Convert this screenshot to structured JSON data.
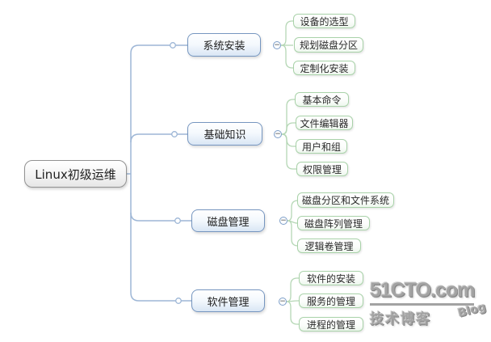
{
  "root": {
    "label": "Linux初级运维"
  },
  "branches": [
    {
      "label": "系统安装",
      "children": [
        {
          "label": "设备的选型"
        },
        {
          "label": "规划磁盘分区"
        },
        {
          "label": "定制化安装"
        }
      ]
    },
    {
      "label": "基础知识",
      "children": [
        {
          "label": "基本命令"
        },
        {
          "label": "文件编辑器"
        },
        {
          "label": "用户和组"
        },
        {
          "label": "权限管理"
        }
      ]
    },
    {
      "label": "磁盘管理",
      "children": [
        {
          "label": "磁盘分区和文件系统"
        },
        {
          "label": "磁盘阵列管理"
        },
        {
          "label": "逻辑卷管理"
        }
      ]
    },
    {
      "label": "软件管理",
      "children": [
        {
          "label": "软件的安装"
        },
        {
          "label": "服务的管理"
        },
        {
          "label": "进程的管理"
        }
      ]
    }
  ],
  "ui": {
    "collapse_glyph": "−"
  },
  "watermark": {
    "site": "51CTO.com",
    "tagline": "技术博客",
    "badge": "Blog"
  },
  "colors": {
    "branch_border": "#7696c0",
    "branch_fill": "#d9e6f4",
    "leaf_border": "#a9d2a9",
    "leaf_fill": "#eef7ee",
    "root_border": "#929292",
    "line_blue": "#9db6d6",
    "line_green": "#b5d7b5",
    "watermark_gray": "#a3a3a3"
  }
}
